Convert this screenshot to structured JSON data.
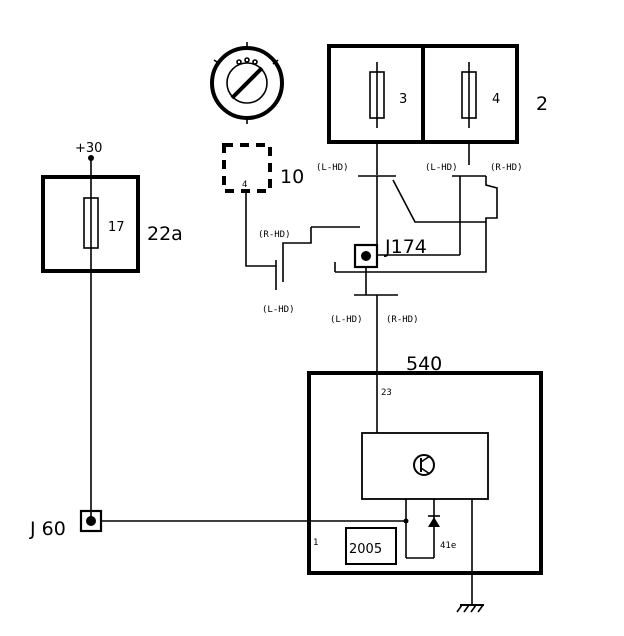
{
  "components": {
    "fuse_box_2": {
      "fuse_a": "3",
      "fuse_b": "4",
      "label": "2"
    },
    "fuse_box_22a": {
      "fuse": "17",
      "label": "22a"
    },
    "relay_10": {
      "pin": "4",
      "label": "10"
    },
    "ecu_540": {
      "label": "540",
      "pin_in": "23",
      "pin_ground": "1",
      "chip": "2005",
      "diode": "41e"
    }
  },
  "connectors": {
    "j174": "J174",
    "j60": "J 60"
  },
  "supply": "+30",
  "wire_labels": {
    "f3_out": "(L-HD)",
    "f4_out_a": "(L-HD)",
    "f4_out_b": "(R-HD)",
    "relay_branch": "(R-HD)",
    "left_lower": "(L-HD)",
    "mid_lower_a": "(L-HD)",
    "mid_lower_b": "(R-HD)"
  }
}
